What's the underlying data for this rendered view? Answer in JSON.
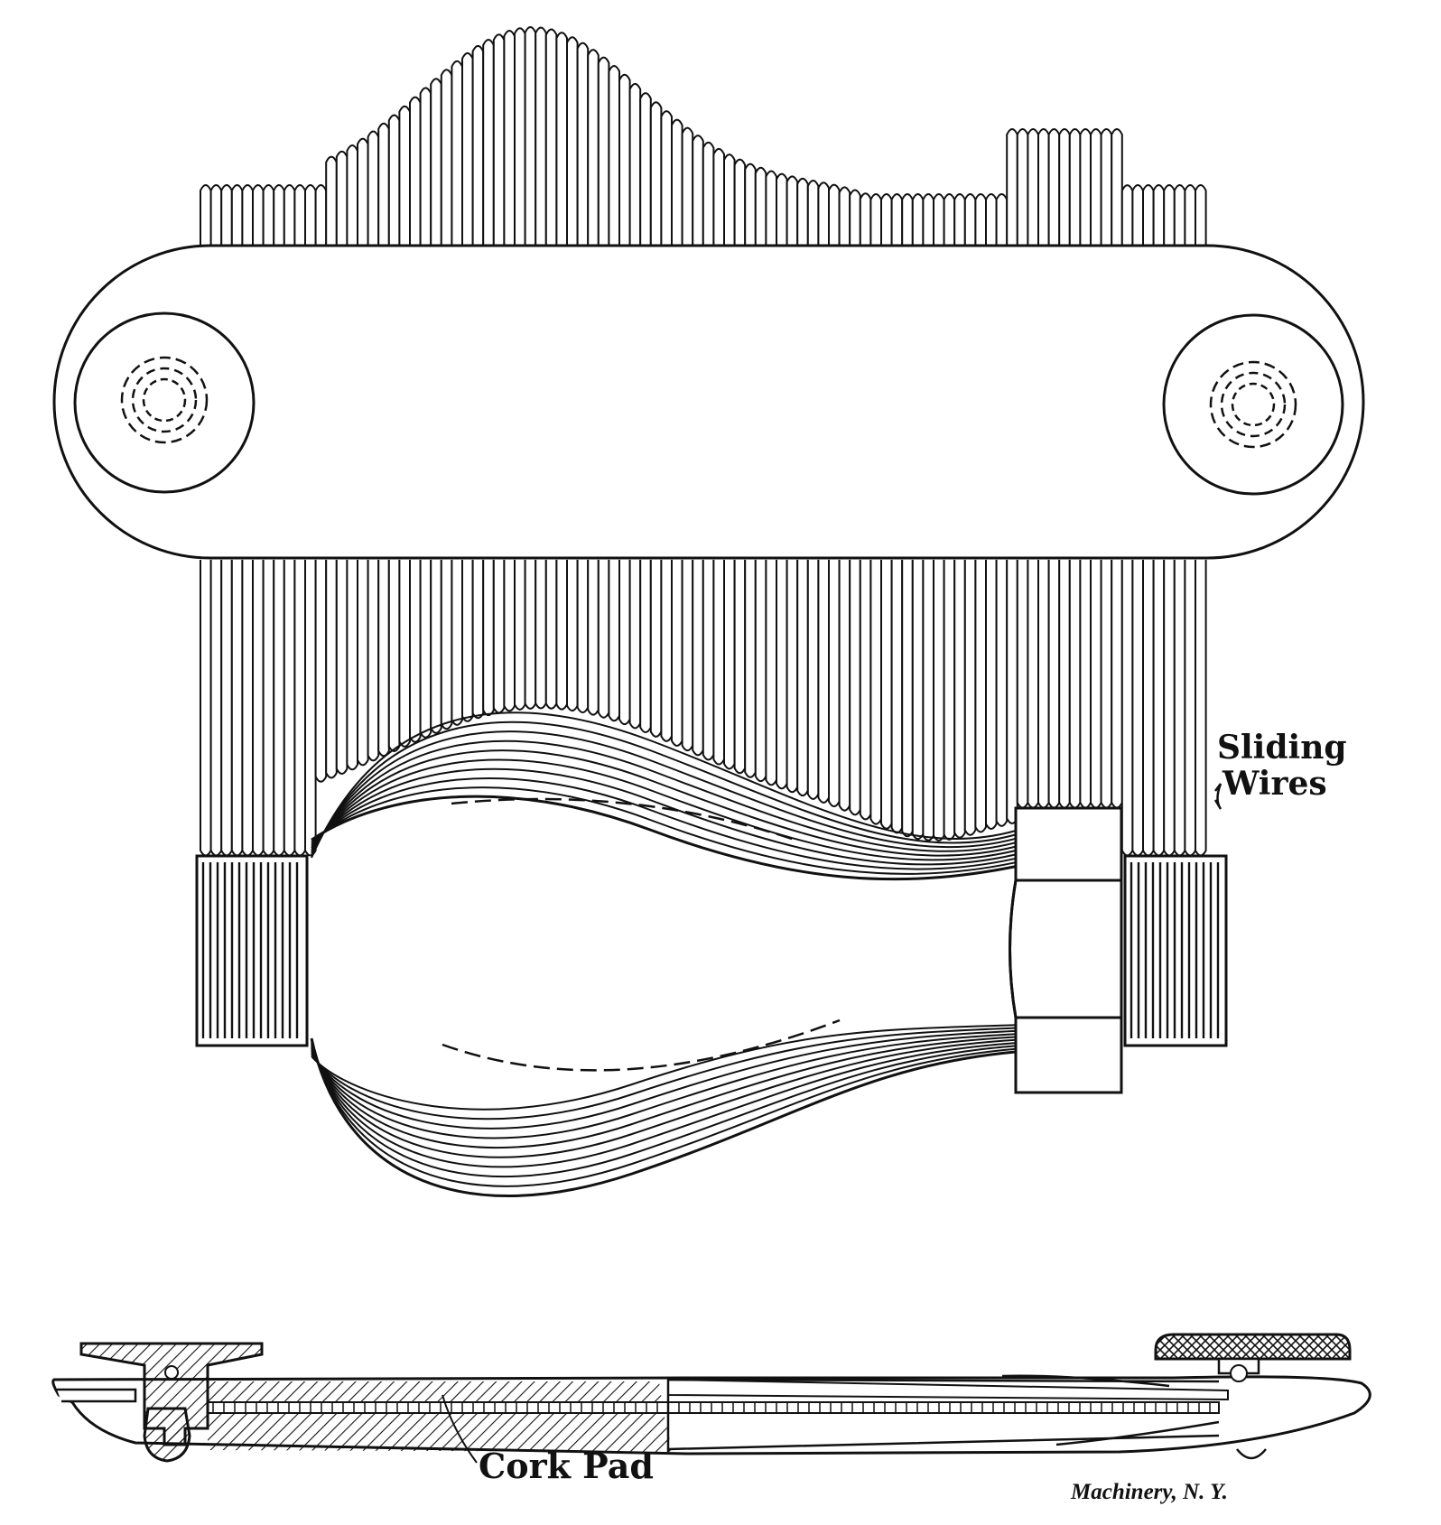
{
  "labels": {
    "sliding_line1": "Sliding",
    "sliding_line2": "Wires",
    "cork_pad": "Cork Pad",
    "credit": "Machinery, N. Y."
  },
  "colors": {
    "ink": "#111111",
    "paper": "#ffffff"
  },
  "icons": [
    "contour-gauge-diagram",
    "section-view-diagram"
  ]
}
